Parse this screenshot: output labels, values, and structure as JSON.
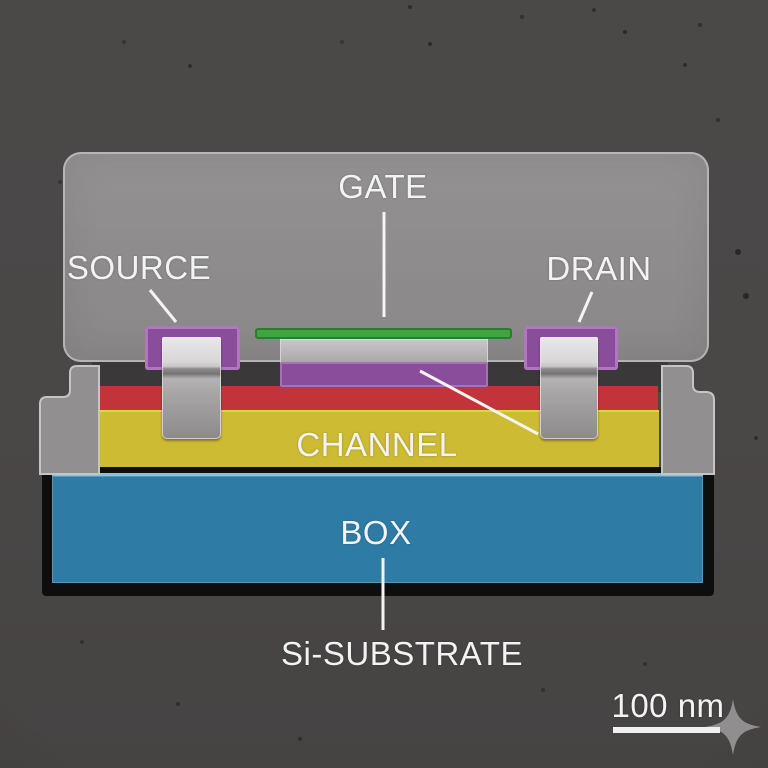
{
  "figure": {
    "description": "False-colored SEM cross-section of a silicon-on-insulator transistor",
    "labels": {
      "gate": "GATE",
      "source": "SOURCE",
      "drain": "DRAIN",
      "channel": "CHANNEL",
      "box": "BOX",
      "substrate": "Si-SUBSTRATE"
    },
    "scale_bar": {
      "label": "100 nm"
    },
    "colors": {
      "background": "#4a4747",
      "top_metal_gray": "#8d8b8b",
      "contact_purple": "#8a4d9c",
      "gate_green": "#41a443",
      "gate_spacer_gray": "#b9b7b7",
      "oxide_red": "#c2343a",
      "channel_yellow": "#cdbb33",
      "box_blue": "#2e7ca6",
      "frame_black": "#0f0e0e",
      "label_white": "#f4f3f3",
      "sparkle_gray": "#979595"
    }
  }
}
